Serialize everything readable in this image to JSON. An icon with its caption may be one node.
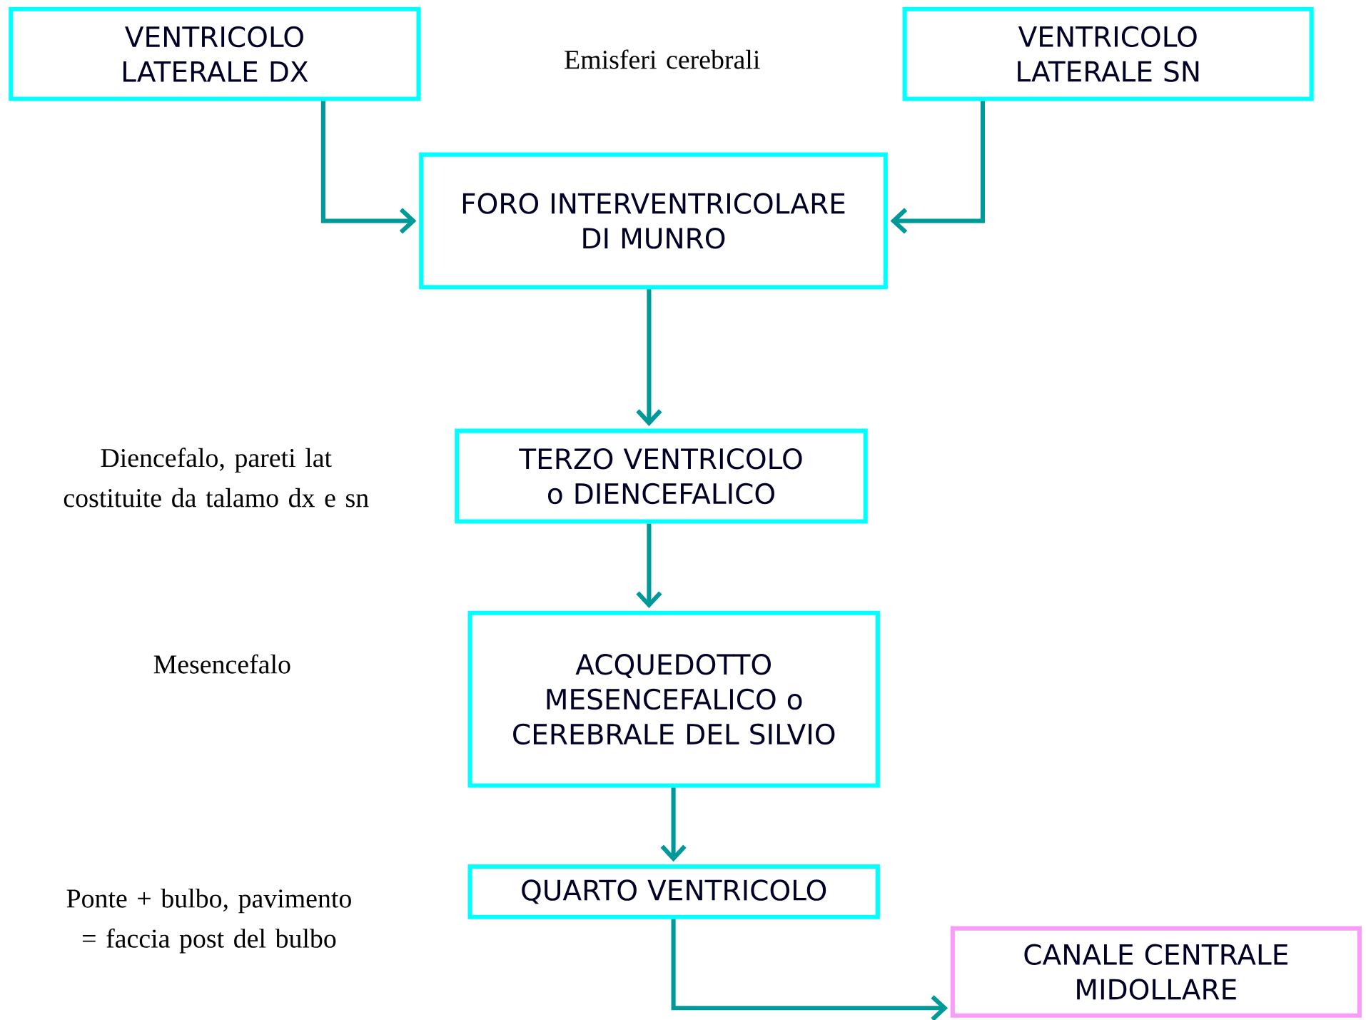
{
  "diagram": {
    "nodes": [
      {
        "text": [
          "VENTRICOLO LATERALE DX"
        ]
      },
      {
        "text": [
          "VENTRICOLO LATERALE SN"
        ]
      },
      {
        "text": [
          "FORO INTERVENTRICOLARE DI MUNRO"
        ]
      },
      {
        "text": [
          "TERZO VENTRICOLO o DIENCEFALICO"
        ]
      },
      {
        "text": [
          "ACQUEDOTTO MESENCEFALICO o CEREBRALE DEL SILVIO"
        ]
      },
      {
        "text": [
          "QUARTO VENTRICOLO"
        ]
      },
      {
        "text": [
          "CANALE CENTRALE MIDOLLARE"
        ]
      }
    ],
    "edges": [
      {
        "from": 0,
        "to": 2,
        "arrow": "to"
      },
      {
        "from": 1,
        "to": 2,
        "arrow": "to"
      },
      {
        "from": 2,
        "to": 3,
        "arrow": "to"
      },
      {
        "from": 3,
        "to": 4,
        "arrow": "to"
      },
      {
        "from": 4,
        "to": 5,
        "arrow": "to"
      },
      {
        "from": 5,
        "to": 6,
        "arrow": "to"
      }
    ],
    "labels": [
      "Emisferi cerebrali",
      "Diencefalo, pareti lat costituite da talamo dx e sn",
      "Mesencefalo",
      "Ponte + bulbo, pavimento = faccia post del bulbo"
    ]
  }
}
